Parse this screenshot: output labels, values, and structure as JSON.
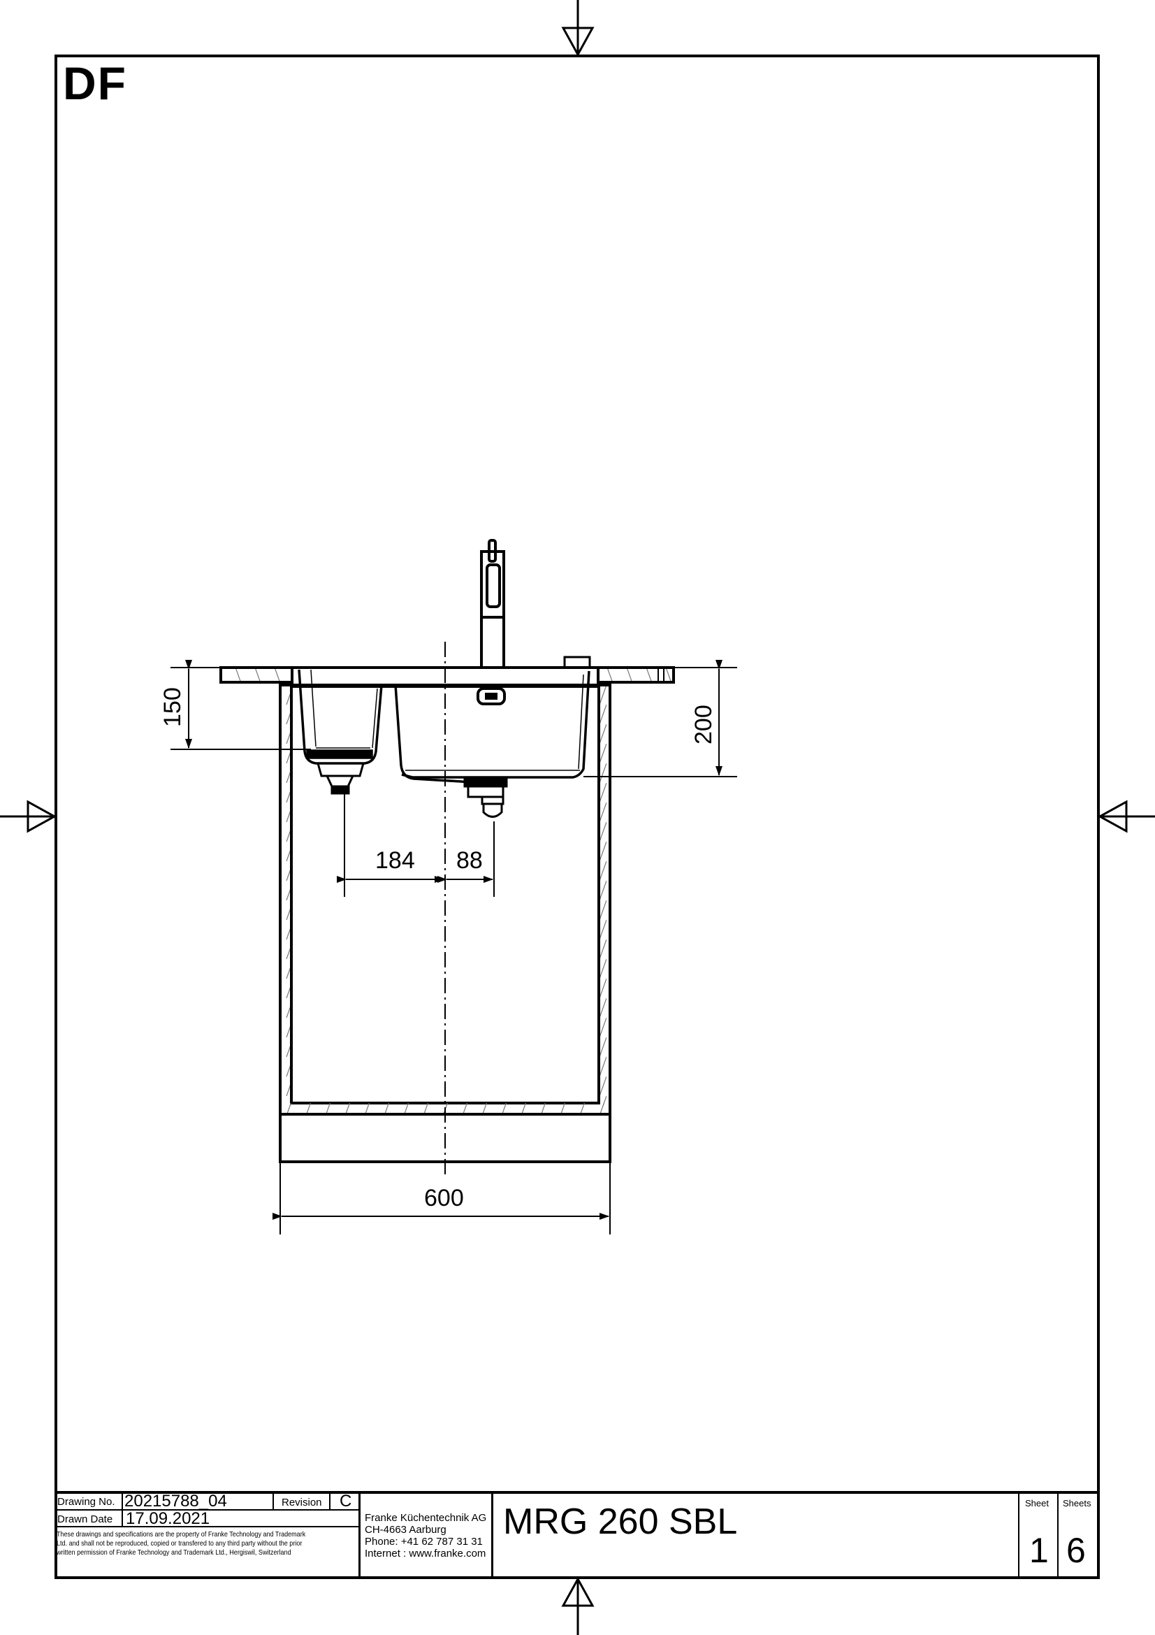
{
  "sheet": {
    "view_label": "DF",
    "page_size": "A3 portrait drawing frame"
  },
  "drawing": {
    "subject": "Double kitchen sink with faucet installed in base cabinet, front section view",
    "dimensions": {
      "small_bowl_depth": "150",
      "main_bowl_depth": "200",
      "small_drain_offset": "184",
      "main_drain_offset": "88",
      "cabinet_width": "600"
    }
  },
  "title_block": {
    "drawing_no_label": "Drawing No.",
    "drawing_no": "20215788_04",
    "revision_label": "Revision",
    "revision": "C",
    "drawn_date_label": "Drawn Date",
    "drawn_date": "17.09.2021",
    "legal_line_1": "These drawings and specifications are the property of Franke Technology and Trademark",
    "legal_line_2": "Ltd. and shall not be reproduced, copied or transfered to any third party without the prior",
    "legal_line_3": "written permission of Franke Technology and Trademark Ltd., Hergiswil, Switzerland",
    "company": {
      "name": "Franke Küchentechnik AG",
      "city": "CH-4663 Aarburg",
      "phone": "Phone:  +41 62 787 31 31",
      "internet": "Internet :  www.franke.com"
    },
    "product": "MRG 260 SBL",
    "sheet_label": "Sheet",
    "sheet": "1",
    "sheets_label": "Sheets",
    "sheets": "6"
  }
}
